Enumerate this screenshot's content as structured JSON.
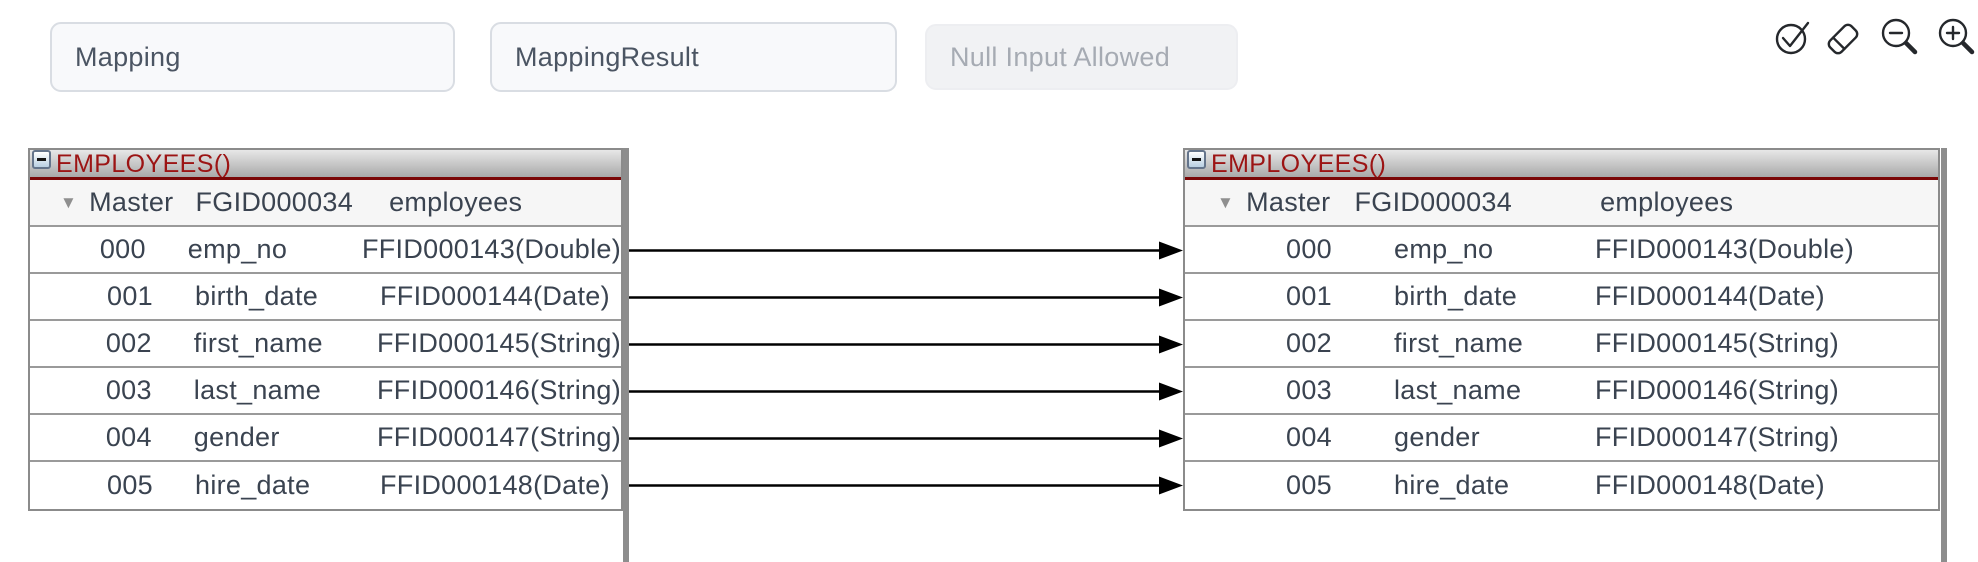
{
  "toolbar": {
    "fields": [
      {
        "label": "Mapping",
        "state": "enabled"
      },
      {
        "label": "MappingResult",
        "state": "enabled"
      },
      {
        "label": "Null Input Allowed",
        "state": "disabled"
      }
    ],
    "icons": [
      {
        "name": "check-circle"
      },
      {
        "name": "eraser"
      },
      {
        "name": "zoom-out"
      },
      {
        "name": "zoom-in"
      }
    ]
  },
  "tables": {
    "source": {
      "title": "EMPLOYEES()",
      "master": {
        "expander": "▼",
        "label": "Master",
        "group_id": "FGID000034",
        "dataset": "employees"
      },
      "fields": [
        {
          "index": "000",
          "name": "emp_no",
          "field_id": "FFID000143(Double)"
        },
        {
          "index": "001",
          "name": "birth_date",
          "field_id": "FFID000144(Date)"
        },
        {
          "index": "002",
          "name": "first_name",
          "field_id": "FFID000145(String)"
        },
        {
          "index": "003",
          "name": "last_name",
          "field_id": "FFID000146(String)"
        },
        {
          "index": "004",
          "name": "gender",
          "field_id": "FFID000147(String)"
        },
        {
          "index": "005",
          "name": "hire_date",
          "field_id": "FFID000148(Date)"
        }
      ]
    },
    "target": {
      "title": "EMPLOYEES()",
      "master": {
        "expander": "▼",
        "label": "Master",
        "group_id": "FGID000034",
        "dataset": "employees"
      },
      "fields": [
        {
          "index": "000",
          "name": "emp_no",
          "field_id": "FFID000143(Double)"
        },
        {
          "index": "001",
          "name": "birth_date",
          "field_id": "FFID000144(Date)"
        },
        {
          "index": "002",
          "name": "first_name",
          "field_id": "FFID000145(String)"
        },
        {
          "index": "003",
          "name": "last_name",
          "field_id": "FFID000146(String)"
        },
        {
          "index": "004",
          "name": "gender",
          "field_id": "FFID000147(String)"
        },
        {
          "index": "005",
          "name": "hire_date",
          "field_id": "FFID000148(Date)"
        }
      ]
    }
  },
  "connections": {
    "style": "right-arrow",
    "pairs": [
      {
        "from": "000",
        "to": "000"
      },
      {
        "from": "001",
        "to": "001"
      },
      {
        "from": "002",
        "to": "002"
      },
      {
        "from": "003",
        "to": "003"
      },
      {
        "from": "004",
        "to": "004"
      },
      {
        "from": "005",
        "to": "005"
      }
    ]
  },
  "colors": {
    "table_title": "#9c1414",
    "header_underline": "#7b0707",
    "row_text": "#3a4350",
    "table_border": "#8b8b8b",
    "arrow": "#000000",
    "button_text": "#4b5563",
    "disabled_text": "#a6abb3"
  }
}
